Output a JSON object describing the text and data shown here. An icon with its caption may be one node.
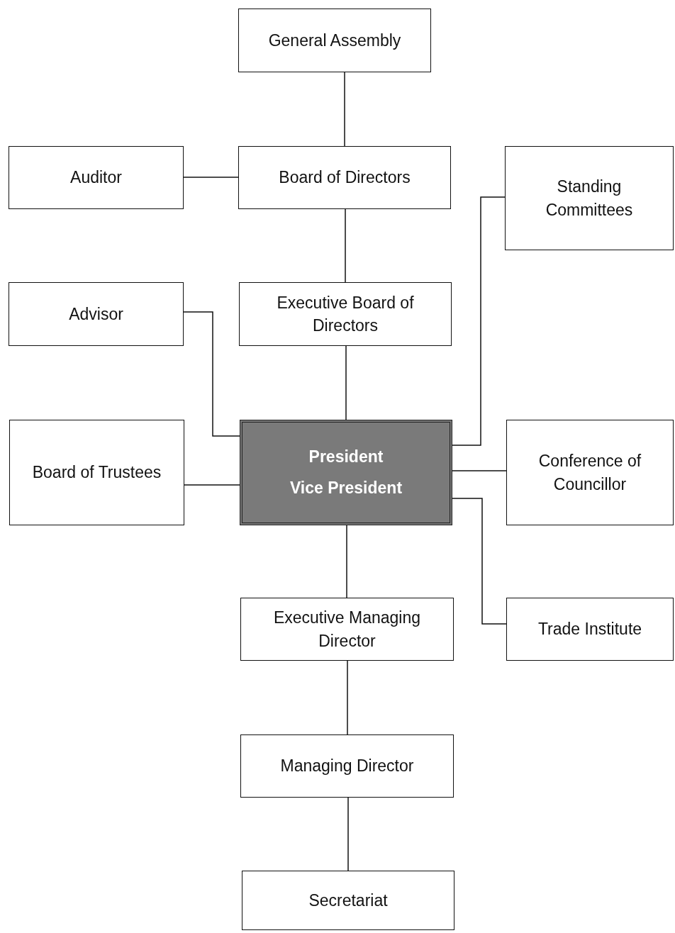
{
  "diagram": {
    "nodes": [
      {
        "text": [
          "General Assembly"
        ]
      },
      {
        "text": [
          "Auditor"
        ]
      },
      {
        "text": [
          "Board of Directors"
        ]
      },
      {
        "text": [
          "Standing Committees"
        ]
      },
      {
        "text": [
          "Advisor"
        ]
      },
      {
        "text": [
          "Executive Board of Directors"
        ]
      },
      {
        "text": [
          "Board of Trustees"
        ]
      },
      {
        "text": [
          "President",
          "Vice President"
        ]
      },
      {
        "text": [
          "Conference of Councillor"
        ]
      },
      {
        "text": [
          "Executive Managing Director"
        ]
      },
      {
        "text": [
          "Trade Institute"
        ]
      },
      {
        "text": [
          "Managing Director"
        ]
      },
      {
        "text": [
          "Secretariat"
        ]
      }
    ],
    "edges": [
      {
        "from": 0,
        "to": 2,
        "arrow": "none"
      },
      {
        "from": 1,
        "to": 2,
        "arrow": "none"
      },
      {
        "from": 2,
        "to": 5,
        "arrow": "none"
      },
      {
        "from": 4,
        "to": 7,
        "arrow": "none"
      },
      {
        "from": 5,
        "to": 7,
        "arrow": "none"
      },
      {
        "from": 6,
        "to": 7,
        "arrow": "none"
      },
      {
        "from": 7,
        "to": 3,
        "arrow": "none"
      },
      {
        "from": 7,
        "to": 8,
        "arrow": "none"
      },
      {
        "from": 7,
        "to": 10,
        "arrow": "none"
      },
      {
        "from": 7,
        "to": 9,
        "arrow": "none"
      },
      {
        "from": 9,
        "to": 11,
        "arrow": "none"
      },
      {
        "from": 11,
        "to": 12,
        "arrow": "none"
      }
    ]
  }
}
